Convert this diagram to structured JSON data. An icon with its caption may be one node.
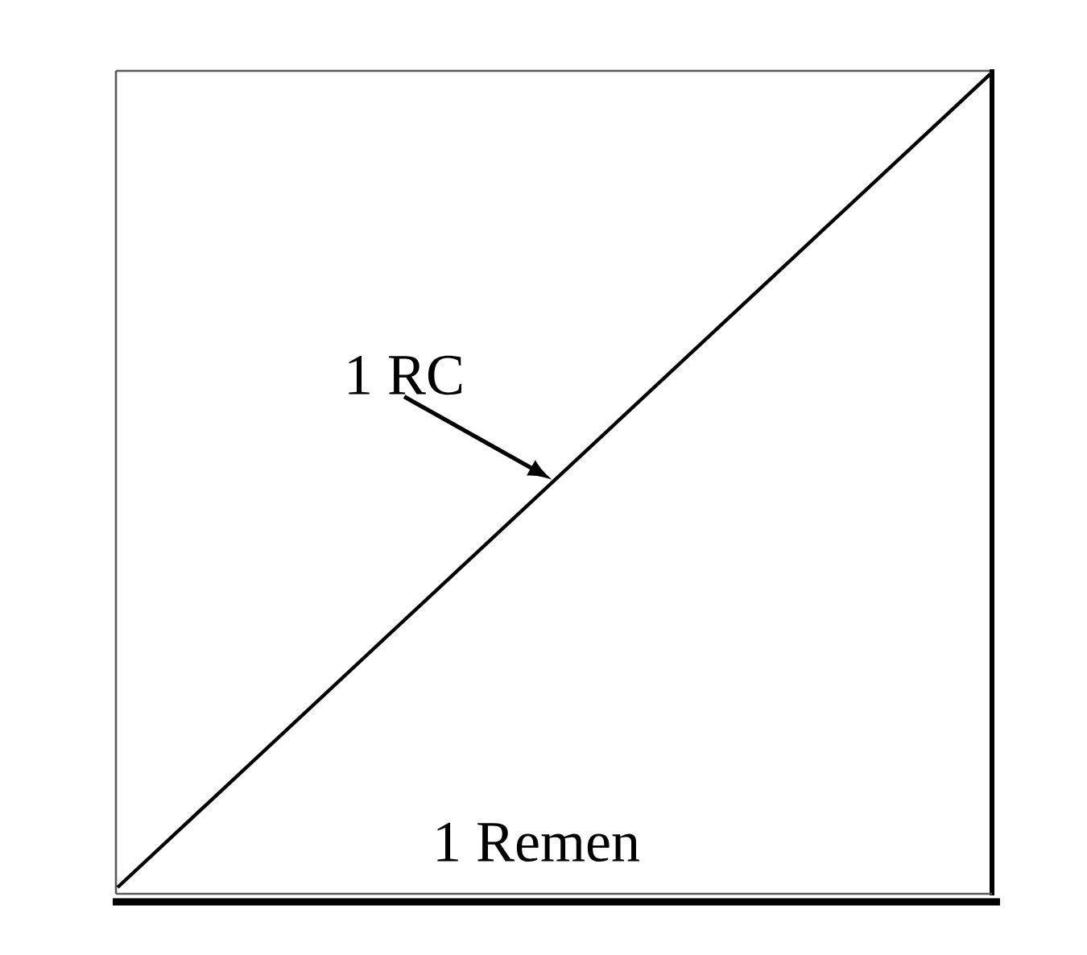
{
  "diagram": {
    "nodes": [
      {
        "text": [
          "1 RC"
        ]
      },
      {
        "text": [],
        "shape": "line"
      }
    ],
    "edges": [
      {
        "from": 0,
        "to": 1,
        "arrow": "to"
      }
    ],
    "labels": [
      "1 Remen"
    ]
  }
}
